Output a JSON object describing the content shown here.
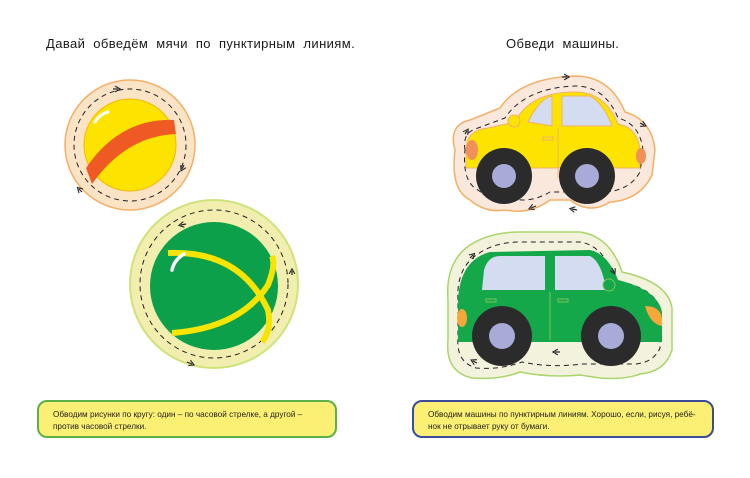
{
  "page_left": {
    "title": "Давай обведём мячи по пунктирным линиям.",
    "items": [
      {
        "name": "yellow-ball",
        "ball_color": "#fde300",
        "stripe_color": "#ef5a24",
        "ring_color": "#fbe3c6",
        "ring_border": "#f3b066",
        "direction": "clockwise"
      },
      {
        "name": "green-ball",
        "ball_color": "#0ca04b",
        "stripe_color": "#f7e400",
        "ring_color": "#f1eeb0",
        "ring_border": "#cfe37a",
        "direction": "counterclockwise"
      }
    ],
    "note": {
      "line1": "Обводим рисунки по кругу: один – по часовой стрелке, а другой –",
      "line2": "против часовой стрелки.",
      "border_color": "#5cb146",
      "background": "#fcf074"
    }
  },
  "page_right": {
    "title": "Обведи машины.",
    "items": [
      {
        "name": "yellow-car",
        "body_color": "#fde300",
        "outline_color": "#f3b066",
        "window_color": "#d3dcf0"
      },
      {
        "name": "green-car",
        "body_color": "#14a84a",
        "outline_color": "#a9d56a",
        "window_color": "#d3dcf0"
      }
    ],
    "note": {
      "line1": "Обводим машины по пунктирным линиям. Хорошо, если, рисуя, ребё-",
      "line2": "нок не отрывает руку от бумаги.",
      "border_color": "#3b4b9a",
      "background": "#fcf074"
    }
  }
}
